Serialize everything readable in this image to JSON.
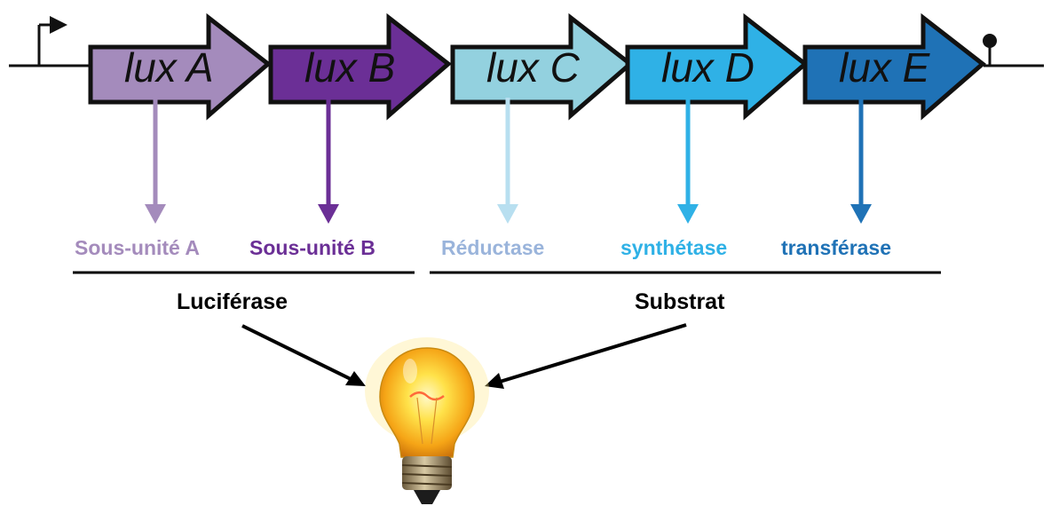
{
  "genes": [
    {
      "name": "lux A",
      "fill": "#a48bbc",
      "arrow": "#a48bbc"
    },
    {
      "name": "lux B",
      "fill": "#6b2f96",
      "arrow": "#6b2f96"
    },
    {
      "name": "lux C",
      "fill": "#93d1df",
      "arrow": "#b8dff0"
    },
    {
      "name": "lux D",
      "fill": "#2fb1e6",
      "arrow": "#2fb1e6"
    },
    {
      "name": "lux E",
      "fill": "#1f72b6",
      "arrow": "#1f72b6"
    }
  ],
  "proteins": [
    {
      "label": "Sous-unité A",
      "color": "#a48bbc"
    },
    {
      "label": "Sous-unité B",
      "color": "#6b2f96"
    },
    {
      "label": "Réductase",
      "color": "#9ab4db"
    },
    {
      "label": "synthétase",
      "color": "#2fb1e6"
    },
    {
      "label": "transférase",
      "color": "#1f72b6"
    }
  ],
  "groups": {
    "luciferase": "Luciférase",
    "substrat": "Substrat"
  },
  "icons": {
    "promoter": "promoter-flag-icon",
    "terminator": "terminator-lollipop-icon",
    "output": "light-bulb-icon"
  }
}
